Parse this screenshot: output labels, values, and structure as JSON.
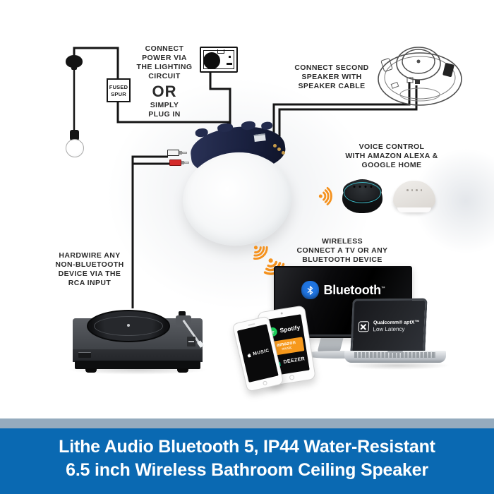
{
  "banner": {
    "title_line1": "Lithe Audio Bluetooth 5, IP44 Water-Resistant",
    "title_line2": "6.5 inch Wireless Bathroom Ceiling Speaker"
  },
  "callouts": {
    "power": {
      "line1": "CONNECT",
      "line2": "POWER VIA",
      "line3": "THE LIGHTING",
      "line4": "CIRCUIT",
      "or": "OR",
      "line5": "SIMPLY",
      "line6": "PLUG IN"
    },
    "fused_spur": {
      "line1": "FUSED",
      "line2": "SPUR"
    },
    "second_speaker": {
      "line1": "CONNECT SECOND",
      "line2": "SPEAKER WITH",
      "line3": "SPEAKER CABLE"
    },
    "voice_control": {
      "line1": "VOICE CONTROL",
      "line2": "WITH AMAZON ALEXA &",
      "line3": "GOOGLE HOME"
    },
    "hardwire": {
      "line1": "HARDWIRE ANY",
      "line2": "NON-BLUETOOTH",
      "line3": "DEVICE VIA THE",
      "line4": "RCA INPUT"
    },
    "wireless": {
      "line1": "WIRELESS",
      "line2": "CONNECT A TV OR ANY",
      "line3": "BLUETOOTH DEVICE"
    }
  },
  "screens": {
    "tv": {
      "bluetooth_label": "Bluetooth",
      "trademark": "™"
    },
    "laptop": {
      "line1": "Qualcomm® aptX™",
      "line2": "Low Latency"
    },
    "phone": {
      "app_label": "MUSIC"
    },
    "tablet": {
      "spotify_label": "Spotify",
      "amazon_label_1": "amazon",
      "amazon_label_2": "music",
      "deezer_label": "DEEZER"
    }
  },
  "icons": {
    "wifi": "orange signal arcs",
    "bluetooth": "bluetooth rune in blue badge",
    "apple": "apple logo",
    "spotify": "green circle with sound arcs",
    "qualcomm": "boxed X logo",
    "plug_socket": "UK wall socket with plug",
    "rca": "white and red RCA plugs"
  },
  "colors": {
    "heading_text": "#2b2b2b",
    "banner_bg": "#0a69b2",
    "banner_strip": "#95abbe",
    "banner_text": "#ffffff",
    "accent_orange": "#f5921e",
    "bluetooth_blue": "#1f74e0",
    "spotify_green": "#1ed760",
    "amazon_orange": "#f7991c",
    "wire": "#151515"
  }
}
